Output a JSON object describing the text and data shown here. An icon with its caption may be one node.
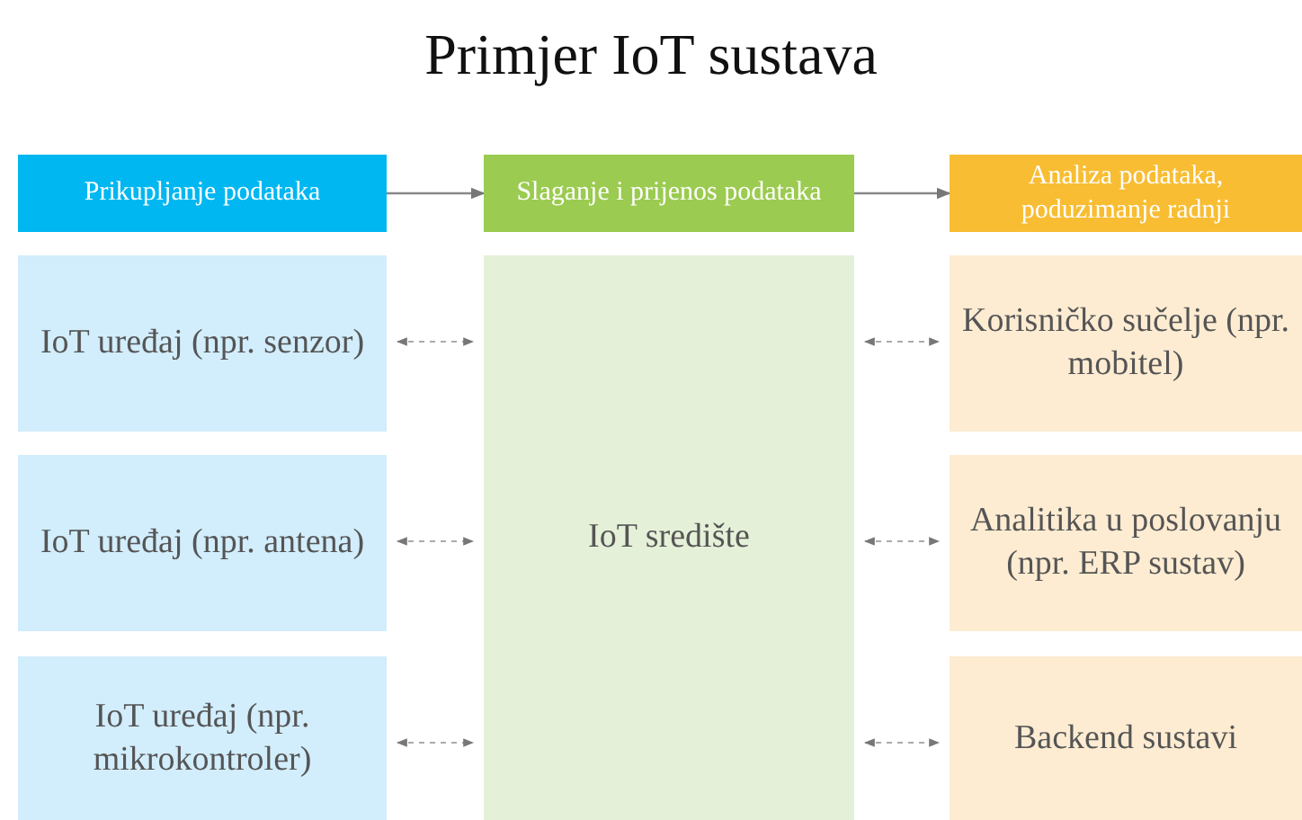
{
  "diagram": {
    "title": "Primjer IoT sustava",
    "nodes": [
      {
        "text": [
          "Prikupljanje podataka"
        ]
      },
      {
        "text": [
          "Slaganje i prijenos podataka"
        ]
      },
      {
        "text": [
          "Analiza podataka, poduzimanje radnji"
        ]
      },
      {
        "text": [
          "IoT uređaj (npr. senzor)"
        ]
      },
      {
        "text": [
          "IoT uređaj (npr. antena)"
        ]
      },
      {
        "text": [
          "IoT uređaj (npr. mikrokontroler)"
        ]
      },
      {
        "text": [
          "IoT središte"
        ]
      },
      {
        "text": [
          "Korisničko sučelje (npr. mobitel)"
        ]
      },
      {
        "text": [
          "Analitika u poslovanju (npr. ERP sustav)"
        ]
      },
      {
        "text": [
          "Backend sustavi"
        ]
      }
    ],
    "edges": [
      {
        "from": 0,
        "to": 1,
        "arrow": "to"
      },
      {
        "from": 1,
        "to": 2,
        "arrow": "to"
      },
      {
        "from": 3,
        "to": 6,
        "arrow": "both",
        "style": "dashed"
      },
      {
        "from": 4,
        "to": 6,
        "arrow": "both",
        "style": "dashed"
      },
      {
        "from": 5,
        "to": 6,
        "arrow": "both",
        "style": "dashed"
      },
      {
        "from": 6,
        "to": 7,
        "arrow": "both",
        "style": "dashed"
      },
      {
        "from": 6,
        "to": 8,
        "arrow": "both",
        "style": "dashed"
      },
      {
        "from": 6,
        "to": 9,
        "arrow": "both",
        "style": "dashed"
      }
    ]
  }
}
